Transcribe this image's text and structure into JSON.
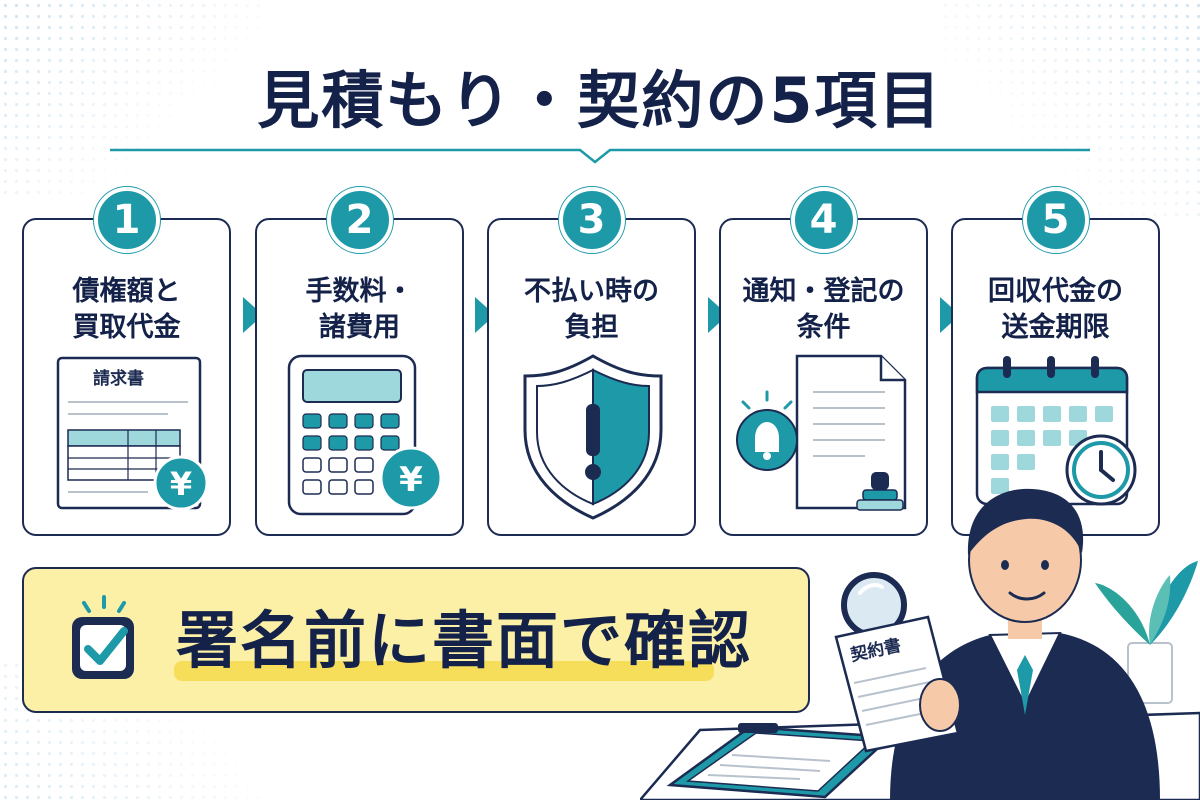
{
  "title": "見積もり・契約の5項目",
  "items": [
    {
      "number": "1",
      "line1": "債権額と",
      "line2": "買取代金",
      "doc_label": "請求書",
      "currency": "¥"
    },
    {
      "number": "2",
      "line1": "手数料・",
      "line2": "諸費用",
      "currency": "¥"
    },
    {
      "number": "3",
      "line1": "不払い時の",
      "line2": "負担"
    },
    {
      "number": "4",
      "line1": "通知・登記の",
      "line2": "条件"
    },
    {
      "number": "5",
      "line1": "回収代金の",
      "line2": "送金期限"
    }
  ],
  "callout": {
    "text": "署名前に書面で確認"
  },
  "contract_label": "契約書",
  "icons": [
    "invoice-icon",
    "calculator-icon",
    "shield-warning-icon",
    "bell-document-icon",
    "calendar-clock-icon",
    "checkbox-icon"
  ],
  "colors": {
    "navy": "#1c2b52",
    "teal": "#1d99a8",
    "yellow": "#fbf0a6",
    "light_teal": "#9fd8dc"
  }
}
